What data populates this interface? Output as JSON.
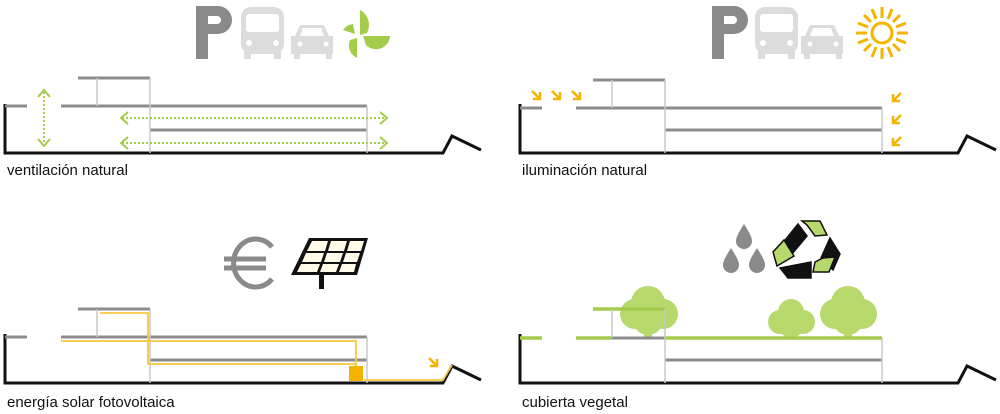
{
  "colors": {
    "gray_slab": "#8c8c8c",
    "light_gray_wall": "#c8c8c8",
    "icon_gray": "#8a8a8a",
    "vehicle_gray": "#dcdcdc",
    "ground_black": "#111111",
    "green": "#a3cc4a",
    "tree_green": "#b7d86b",
    "yellow": "#f5b400",
    "pale_yellow": "#f5c842"
  },
  "panels": [
    {
      "id": "ventilation",
      "label": "ventilación natural",
      "icons": [
        "parking-icon",
        "bus-icon",
        "car-icon",
        "fan-icon"
      ]
    },
    {
      "id": "lighting",
      "label": "iluminación natural",
      "icons": [
        "parking-icon",
        "bus-icon",
        "car-icon",
        "sun-icon"
      ]
    },
    {
      "id": "solar",
      "label": "energía solar fotovoltaica",
      "icons": [
        "euro-icon",
        "solar-panel-icon"
      ]
    },
    {
      "id": "green-roof",
      "label": "cubierta vegetal",
      "icons": [
        "raindrops-icon",
        "recycle-icon",
        "tree-icon"
      ]
    }
  ]
}
